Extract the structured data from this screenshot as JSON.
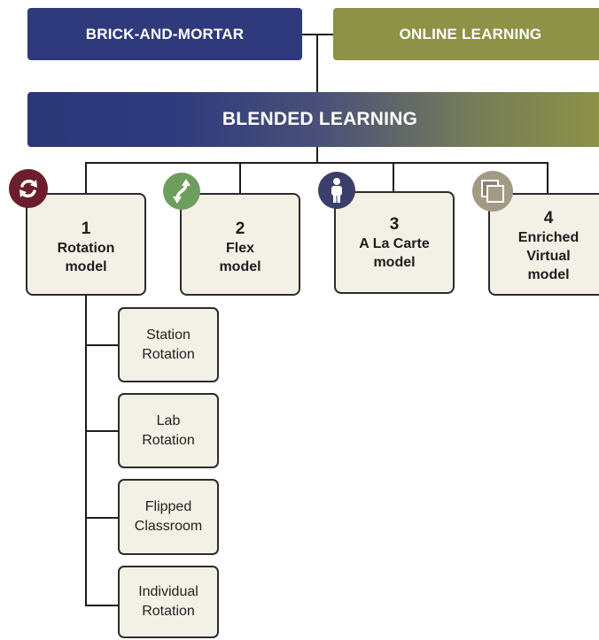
{
  "colors": {
    "brick": "#2e3a7c",
    "online": "#8d9246",
    "rotation_icon": "#6b1e2b",
    "flex_icon": "#6e9e5e",
    "alacarte_icon": "#3a3f6b",
    "enriched_icon": "#a39a86",
    "box_fill": "#f3f0e6"
  },
  "top": {
    "brick": "BRICK-AND-MORTAR",
    "online": "ONLINE LEARNING",
    "blended": "BLENDED LEARNING"
  },
  "models": [
    {
      "number": "1",
      "lines": [
        "Rotation",
        "model"
      ],
      "icon": "rotation-arrows-icon"
    },
    {
      "number": "2",
      "lines": [
        "Flex",
        "model"
      ],
      "icon": "flex-arrows-icon"
    },
    {
      "number": "3",
      "lines": [
        "A La Carte",
        "model"
      ],
      "icon": "person-icon"
    },
    {
      "number": "4",
      "lines": [
        "Enriched",
        "Virtual",
        "model"
      ],
      "icon": "stacked-pages-icon"
    }
  ],
  "rotation_submodels": [
    {
      "lines": [
        "Station",
        "Rotation"
      ]
    },
    {
      "lines": [
        "Lab",
        "Rotation"
      ]
    },
    {
      "lines": [
        "Flipped",
        "Classroom"
      ]
    },
    {
      "lines": [
        "Individual",
        "Rotation"
      ]
    }
  ]
}
